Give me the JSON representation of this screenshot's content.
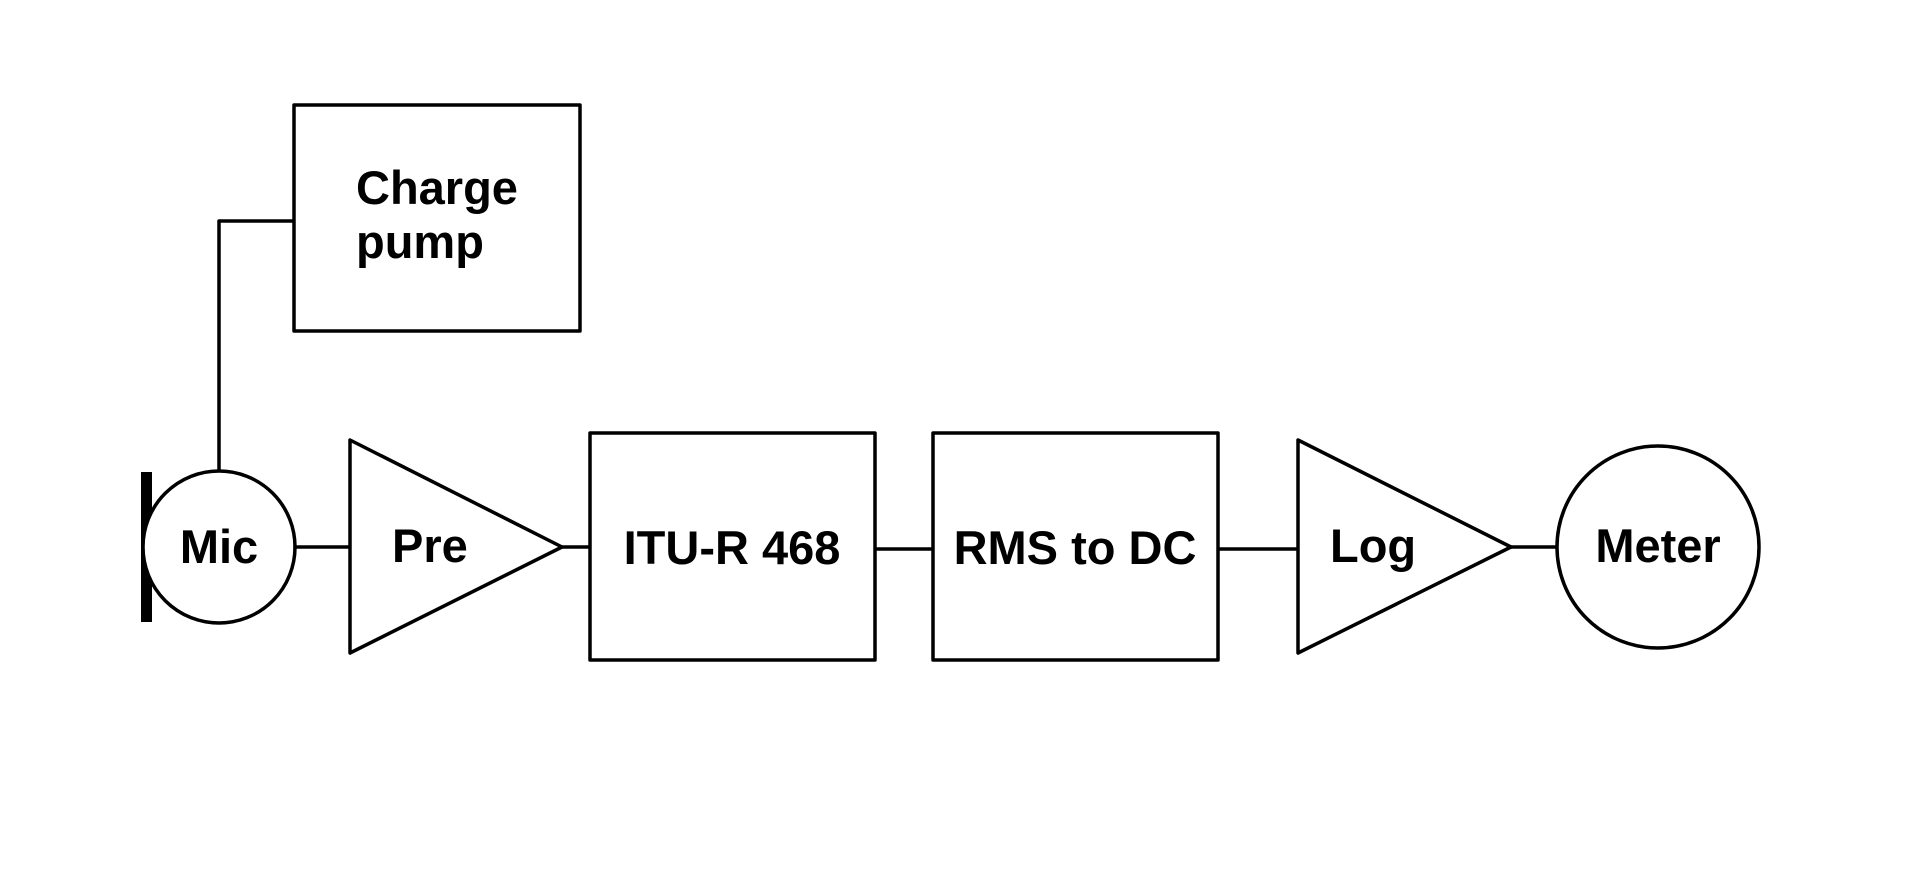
{
  "diagram": {
    "blocks": {
      "mic": "Mic",
      "charge_pump_line1": "Charge",
      "charge_pump_line2": "pump",
      "pre": "Pre",
      "itu": "ITU-R 468",
      "rms": "RMS to DC",
      "log": "Log",
      "meter": "Meter"
    }
  }
}
